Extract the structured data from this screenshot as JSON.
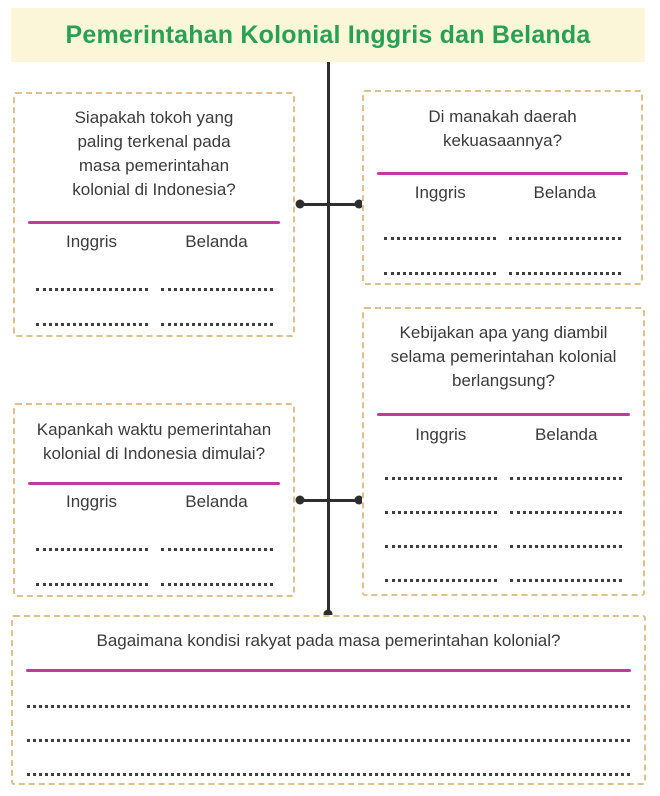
{
  "title": "Pemerintahan Kolonial Inggris dan Belanda",
  "colors": {
    "banner_bg": "#faf6d7",
    "title_text": "#28a155",
    "box_border": "#dec08c",
    "divider_pink": "#bf3ba1",
    "body_text": "#3b3b3b",
    "connector": "#2e2e2e"
  },
  "boxes": {
    "tokoh": {
      "question": "Siapakah tokoh yang paling terkenal pada masa pemerintahan kolonial di Indonesia?",
      "col_left": "Inggris",
      "col_right": "Belanda",
      "blank_rows": 2
    },
    "daerah": {
      "question": "Di manakah daerah kekuasaannya?",
      "col_left": "Inggris",
      "col_right": "Belanda",
      "blank_rows": 2
    },
    "kebijakan": {
      "question": "Kebijakan apa yang diambil selama pemerintahan kolonial berlangsung?",
      "col_left": "Inggris",
      "col_right": "Belanda",
      "blank_rows": 4
    },
    "waktu": {
      "question": "Kapankah waktu pemerintahan kolonial di Indonesia dimulai?",
      "col_left": "Inggris",
      "col_right": "Belanda",
      "blank_rows": 2
    },
    "kondisi": {
      "question": "Bagaimana kondisi rakyat pada masa pemerintahan kolonial?",
      "blank_rows": 3
    }
  }
}
